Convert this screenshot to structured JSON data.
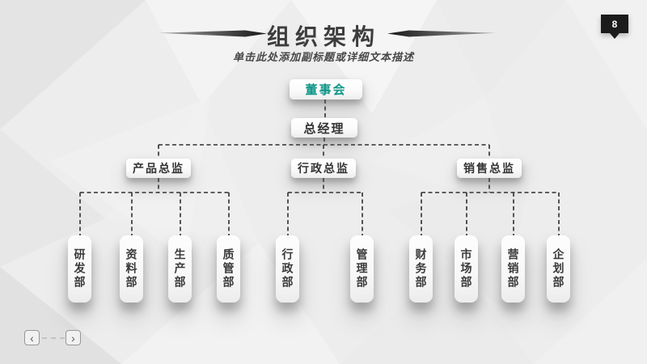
{
  "slide": {
    "page_number": "8",
    "title": "组织架构",
    "subtitle": "单击此处添加副标题或详细文本描述"
  },
  "org_chart": {
    "root": {
      "label": "董事会"
    },
    "manager": {
      "label": "总经理"
    },
    "branches": [
      {
        "label": "产品总监",
        "departments": [
          "研发部",
          "资料部",
          "生产部",
          "质管部"
        ]
      },
      {
        "label": "行政总监",
        "departments": [
          "行政部",
          "管理部"
        ]
      },
      {
        "label": "销售总监",
        "departments": [
          "财务部",
          "市场部",
          "营销部",
          "企划部"
        ]
      }
    ]
  },
  "colors": {
    "accent_teal": "#0f9688",
    "badge_background": "#1b1b1b",
    "connector_line": "#2e2e2e",
    "background": "#ededed"
  },
  "navigation": {
    "prev_icon": "‹",
    "next_icon": "›"
  }
}
